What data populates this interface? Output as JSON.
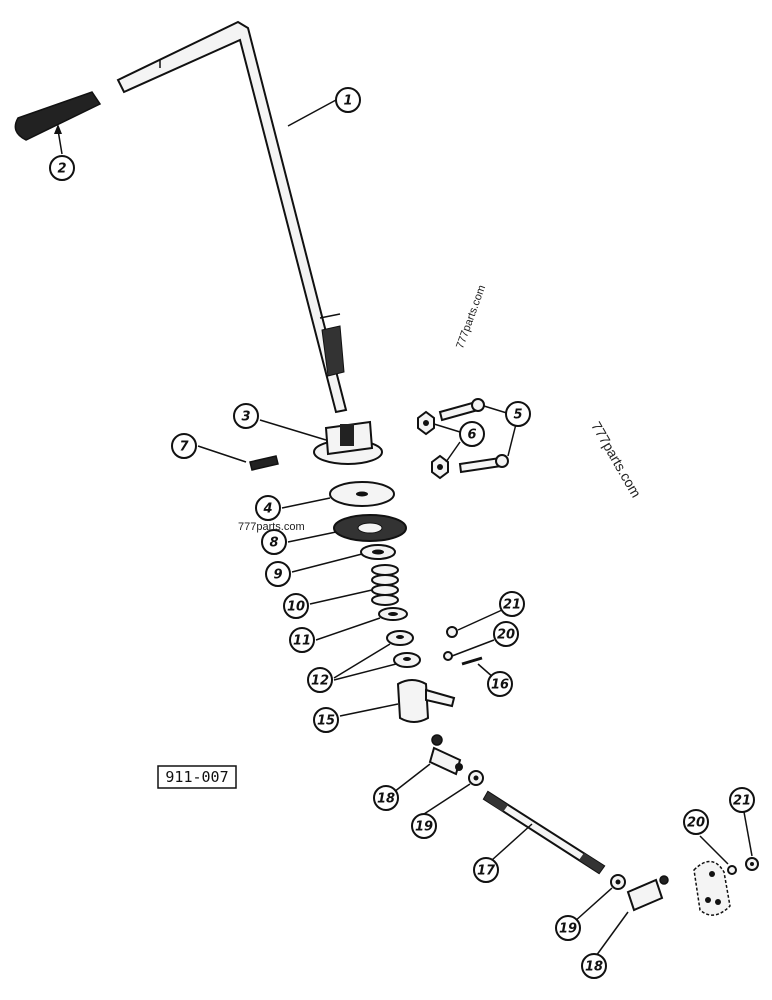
{
  "figure_code": "911-007",
  "watermarks": [
    "777parts.com",
    "777parts.com",
    "777parts.com"
  ],
  "callouts": [
    {
      "id": "c1",
      "label": "1"
    },
    {
      "id": "c2",
      "label": "2"
    },
    {
      "id": "c3",
      "label": "3"
    },
    {
      "id": "c4",
      "label": "4"
    },
    {
      "id": "c5",
      "label": "5"
    },
    {
      "id": "c6",
      "label": "6"
    },
    {
      "id": "c7",
      "label": "7"
    },
    {
      "id": "c8",
      "label": "8"
    },
    {
      "id": "c9",
      "label": "9"
    },
    {
      "id": "c10",
      "label": "10"
    },
    {
      "id": "c11",
      "label": "11"
    },
    {
      "id": "c12",
      "label": "12"
    },
    {
      "id": "c15",
      "label": "15"
    },
    {
      "id": "c16",
      "label": "16"
    },
    {
      "id": "c17",
      "label": "17"
    },
    {
      "id": "c18a",
      "label": "18"
    },
    {
      "id": "c18b",
      "label": "18"
    },
    {
      "id": "c19a",
      "label": "19"
    },
    {
      "id": "c19b",
      "label": "19"
    },
    {
      "id": "c20a",
      "label": "20"
    },
    {
      "id": "c20b",
      "label": "20"
    },
    {
      "id": "c21a",
      "label": "21"
    },
    {
      "id": "c21b",
      "label": "21"
    }
  ]
}
